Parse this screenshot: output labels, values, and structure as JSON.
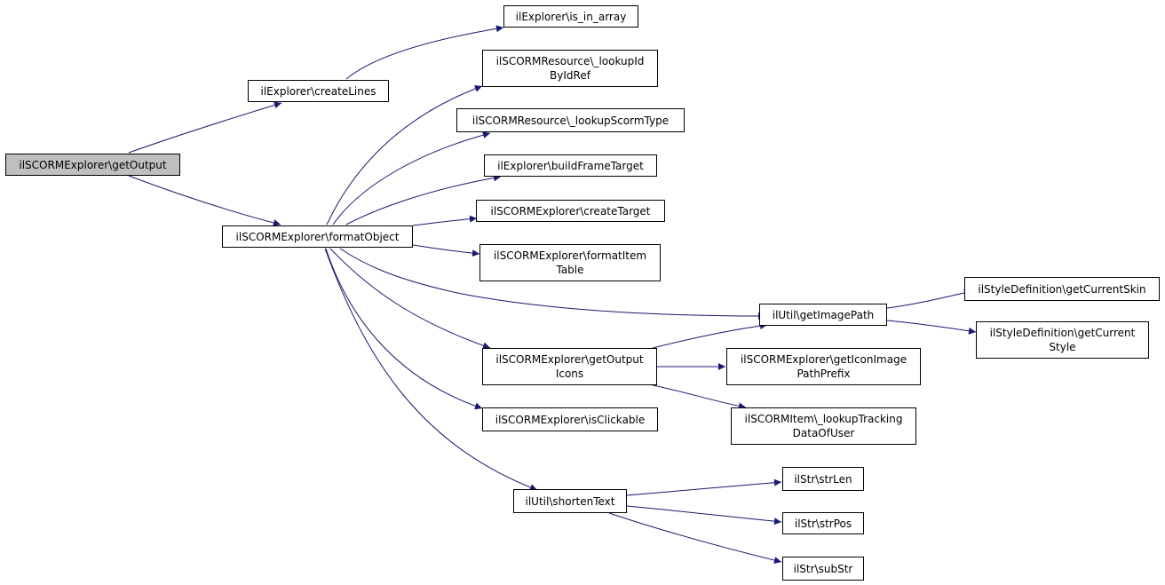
{
  "graph": {
    "edge_color": "#191970",
    "root_fill": "#bfbfbf",
    "nodes": {
      "n_getoutput": "ilSCORMExplorer\\getOutput",
      "n_createlines": "ilExplorer\\createLines",
      "n_formatobject": "ilSCORMExplorer\\formatObject",
      "n_isinarray": "ilExplorer\\is_in_array",
      "n_lookupidbyidref": "ilSCORMResource\\_lookupId\nByIdRef",
      "n_lookupscormtype": "ilSCORMResource\\_lookupScormType",
      "n_buildframetarget": "ilExplorer\\buildFrameTarget",
      "n_createtarget": "ilSCORMExplorer\\createTarget",
      "n_formatitemtable": "ilSCORMExplorer\\formatItem\nTable",
      "n_getimagepath": "ilUtil\\getImagePath",
      "n_getoutputicons": "ilSCORMExplorer\\getOutput\nIcons",
      "n_isclickable": "ilSCORMExplorer\\isClickable",
      "n_shortentext": "ilUtil\\shortenText",
      "n_getcurrentskin": "ilStyleDefinition\\getCurrentSkin",
      "n_getcurrentstyle": "ilStyleDefinition\\getCurrent\nStyle",
      "n_geticonimageprefix": "ilSCORMExplorer\\getIconImage\nPathPrefix",
      "n_lookuptracking": "ilSCORMItem\\_lookupTracking\nDataOfUser",
      "n_strlen": "ilStr\\strLen",
      "n_strpos": "ilStr\\strPos",
      "n_substr": "ilStr\\subStr"
    }
  }
}
